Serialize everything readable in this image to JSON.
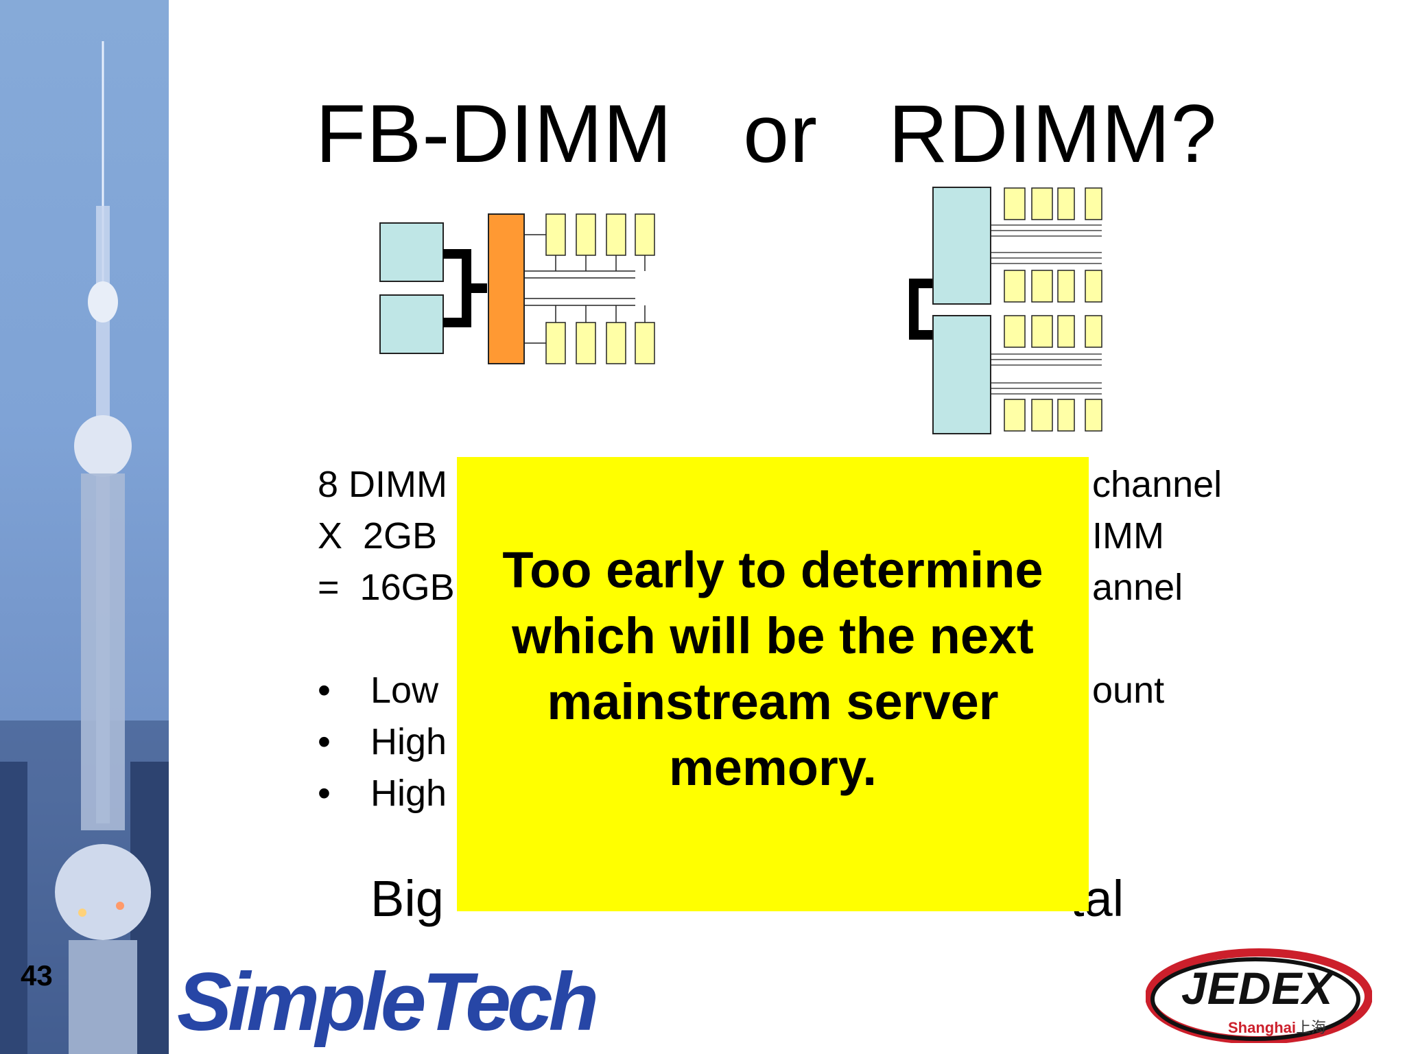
{
  "slide": {
    "title": "FB-DIMM   or   RDIMM?",
    "page_number": "43"
  },
  "left_column": {
    "line1": "8 DIMM",
    "line2": "X  2GB",
    "line3": "=  16GB",
    "bullets": [
      "Low",
      "High",
      "High"
    ]
  },
  "right_column": {
    "line1": "channel",
    "line2": "IMM",
    "line3": "annel",
    "bullet1_tail": "ount"
  },
  "bottom_line": {
    "visible_start": "Big",
    "visible_end": "tal"
  },
  "callout": {
    "text": "Too early to determine which will be the next mainstream server memory.",
    "background": "#ffff00"
  },
  "logos": {
    "simpletech": "SimpleTech",
    "jedex": "JEDEX",
    "jedex_sub": "Shanghai",
    "jedex_sub_cn": "上海"
  },
  "colors": {
    "controller": "#bfe6e6",
    "buffer": "#ff9933",
    "dimm": "#ffffa6",
    "simpletech_blue": "#2746a6",
    "jedex_red": "#cc1f2b"
  }
}
